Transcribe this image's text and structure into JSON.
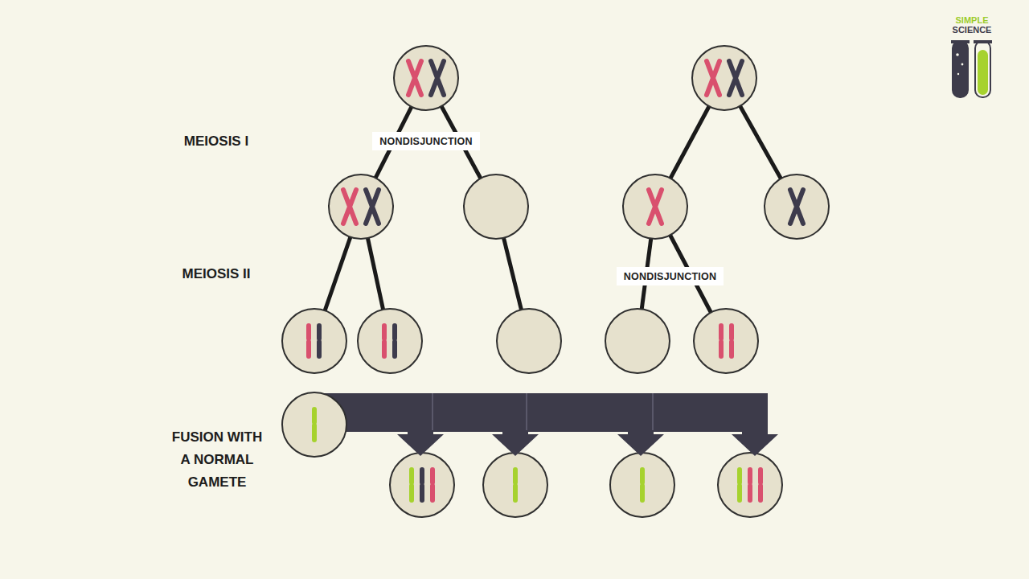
{
  "diagram": {
    "nodes": [
      {
        "text": [
          "NONDISJUNCTION"
        ]
      },
      {
        "text": [
          "NONDISJUNCTION"
        ]
      }
    ],
    "labels": [
      "MEIOSIS I",
      "MEIOSIS II",
      "FUSION WITH A NORMAL GAMETE",
      "SIMPLE SCIENCE"
    ]
  }
}
